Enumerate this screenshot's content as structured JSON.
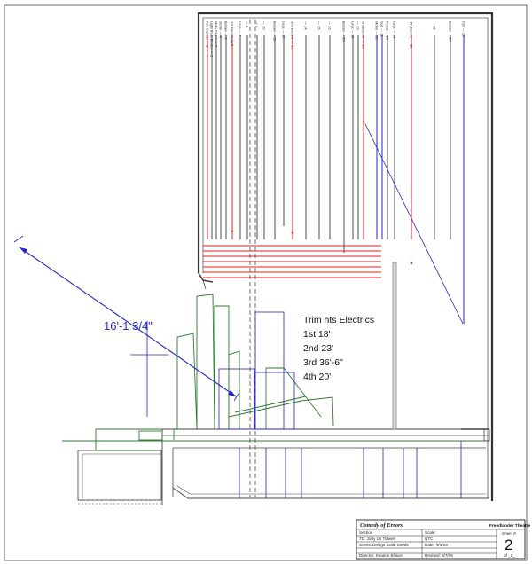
{
  "lineset": {
    "labels": [
      {
        "text": "Fire Curtain",
        "num": "1",
        "color": "red"
      },
      {
        "text": "Light Rolls Border",
        "num": "2",
        "color": "black"
      },
      {
        "text": "Main Drape",
        "num": "3",
        "color": "black"
      },
      {
        "text": "Scrim",
        "num": "4",
        "color": "black"
      },
      {
        "text": "Border",
        "num": "5",
        "color": "black"
      },
      {
        "text": "1st Electric",
        "num": "6",
        "color": "red"
      },
      {
        "text": "Legs",
        "num": "7",
        "color": "black"
      },
      {
        "text": "",
        "num": "8",
        "color": "black"
      },
      {
        "text": "",
        "num": "9",
        "color": "black"
      },
      {
        "text": "",
        "num": "10",
        "color": "black"
      },
      {
        "text": "Border",
        "num": "11",
        "color": "black"
      },
      {
        "text": "Legs",
        "num": "12",
        "color": "black"
      },
      {
        "text": "2nd Electric",
        "num": "13",
        "color": "red"
      },
      {
        "text": "",
        "num": "14",
        "color": "black"
      },
      {
        "text": "",
        "num": "15",
        "color": "black"
      },
      {
        "text": "",
        "num": "16",
        "color": "black"
      },
      {
        "text": "Border",
        "num": "17",
        "color": "black"
      },
      {
        "text": "Legs",
        "num": "18",
        "color": "black"
      },
      {
        "text": "",
        "num": "19",
        "color": "black"
      },
      {
        "text": "3rd Electric",
        "num": "20",
        "color": "red"
      },
      {
        "text": "Moon",
        "num": "21",
        "color": "blue"
      },
      {
        "text": "Sun",
        "num": "22",
        "color": "blue"
      },
      {
        "text": "Portal",
        "num": "23",
        "color": "black"
      },
      {
        "text": "Legs",
        "num": "24",
        "color": "black"
      },
      {
        "text": "4th Electric",
        "num": "25",
        "color": "red"
      },
      {
        "text": "",
        "num": "26",
        "color": "black"
      },
      {
        "text": "Border",
        "num": "27",
        "color": "black"
      },
      {
        "text": "Cyc",
        "num": "28",
        "color": "blue"
      }
    ]
  },
  "dimension": {
    "text": "16'-1 3/4\""
  },
  "trim_note": {
    "title": "Trim hts Electrics",
    "lines": [
      "1st 18'",
      "2nd 23'",
      "3rd 36'-6\"",
      "4th 20'"
    ]
  },
  "title_block": {
    "show": "Comedy of Errors",
    "theatre": "Freedlander Theatre",
    "section_label": "Section",
    "scale_label": "Scale:",
    "scale_value": "NTC",
    "td_label": "TD: Jody LS Tidwell",
    "scenic_label": "Scenic Design: Dale Seeds",
    "date_label": "Date:",
    "date_value": "9/6/09",
    "director_label": "Director: Season Ellison",
    "revised_label": "Revised:",
    "revised_value": "9/7/09",
    "sheet_label": "Sheet #",
    "sheet_number": "2",
    "sheet_of": "of _2_"
  },
  "colors": {
    "red": "#e02020",
    "blue": "#2525c8",
    "black": "#222222",
    "green": "#2f7a2f",
    "gray": "#777777"
  }
}
